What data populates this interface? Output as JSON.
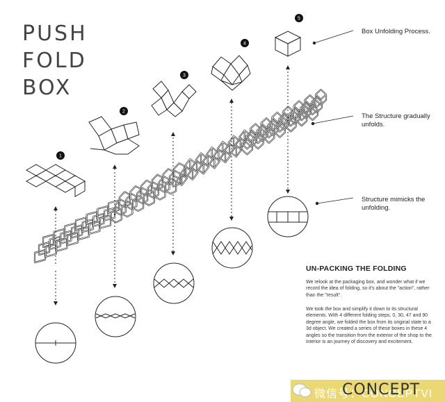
{
  "title": {
    "line1": "PUSH",
    "line2": "FOLD",
    "line3": "BOX"
  },
  "steps": [
    {
      "number": "1"
    },
    {
      "number": "2"
    },
    {
      "number": "3"
    },
    {
      "number": "4"
    },
    {
      "number": "5"
    }
  ],
  "annotations": {
    "unfolding": "Box Unfolding Process.",
    "structure_line1": "The Structure gradually",
    "structure_line2": "unfolds.",
    "mimics_line1": "Structure mimicks the",
    "mimics_line2": "unfolding."
  },
  "description": {
    "heading": "UN-PACKING THE FOLDING",
    "paragraph1": "We relook at the packaging box, and wonder what if we record the idea of folding, so it's about the \"action\", rather than the \"result\".",
    "paragraph2": "We took the box and simplify it down to its structural elements. With 4 different folding steps, 0, 30, 47 and 90 degree angle, we folded the box from its original state to a 3d object. We created a series of these boxes in these 4 angles so the transition from the exterior of the shop to the interior is an journey of discovery and excitement."
  },
  "watermark": {
    "text": "微信号：CONCEPTVI",
    "big": "CONCEPT"
  },
  "colors": {
    "ink": "#222222",
    "watermark_bar": "#e9d873",
    "title_gray": "#444444"
  }
}
